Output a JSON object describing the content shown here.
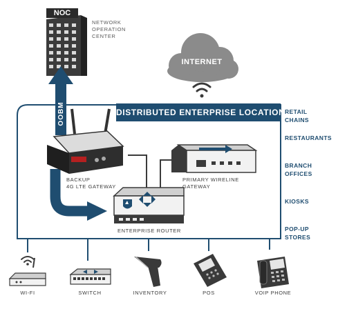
{
  "colors": {
    "navy": "#1f4d70",
    "dark": "#3a3a3a",
    "light": "#f0f0f0",
    "mid": "#bcbcbc"
  },
  "noc": {
    "badge": "NOC",
    "caption_lines": [
      "NETWORK",
      "OPERATION",
      "CENTER"
    ]
  },
  "internet": {
    "label": "INTERNET"
  },
  "enterprise": {
    "title": "DISTRIBUTED ENTERPRISE LOCATIONS"
  },
  "oobm": {
    "label": "OOBM"
  },
  "backup_gateway": {
    "label_lines": [
      "BACKUP",
      "4G LTE GATEWAY"
    ]
  },
  "primary_gateway": {
    "label_lines": [
      "PRIMARY WIRELINE",
      "GATEWAY"
    ]
  },
  "router": {
    "label": "ENTERPRISE ROUTER"
  },
  "locations": [
    {
      "lines": [
        "RETAIL",
        "CHAINS"
      ]
    },
    {
      "lines": [
        "RESTAURANTS"
      ]
    },
    {
      "lines": [
        "BRANCH",
        "OFFICES"
      ]
    },
    {
      "lines": [
        "KIOSKS"
      ]
    },
    {
      "lines": [
        "POP-UP",
        "STORES"
      ]
    }
  ],
  "devices": [
    {
      "label": "WI-FI",
      "icon": "wifi-router-icon"
    },
    {
      "label": "SWITCH",
      "icon": "switch-icon"
    },
    {
      "label": "INVENTORY",
      "icon": "barcode-scanner-icon"
    },
    {
      "label": "POS",
      "icon": "pos-terminal-icon"
    },
    {
      "label": "VOIP PHONE",
      "icon": "voip-phone-icon"
    }
  ]
}
